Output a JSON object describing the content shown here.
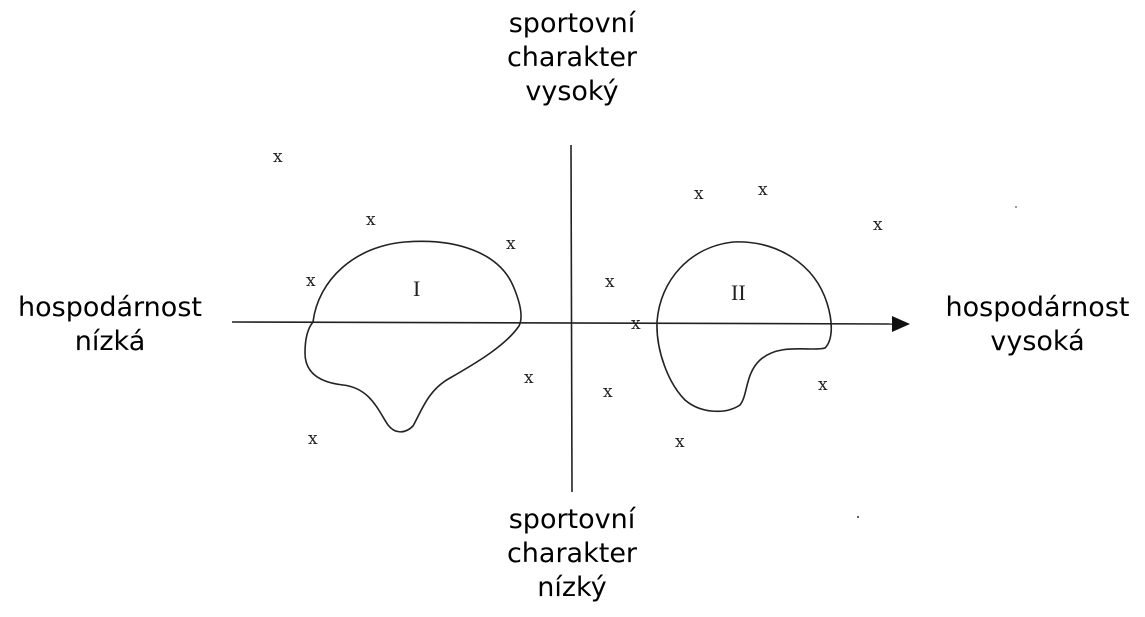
{
  "labels": {
    "top": [
      "sportovní",
      "charakter",
      "vysoký"
    ],
    "bottom": [
      "sportovní",
      "charakter",
      "nízký"
    ],
    "left": [
      "hospodárnost",
      "nízká"
    ],
    "right": [
      "hospodárnost",
      "vysoká"
    ]
  },
  "clusters": {
    "one": "I",
    "two": "II"
  },
  "marker_symbol": "x",
  "arrow_icon": "arrow-right-icon",
  "line_color": "#222222"
}
